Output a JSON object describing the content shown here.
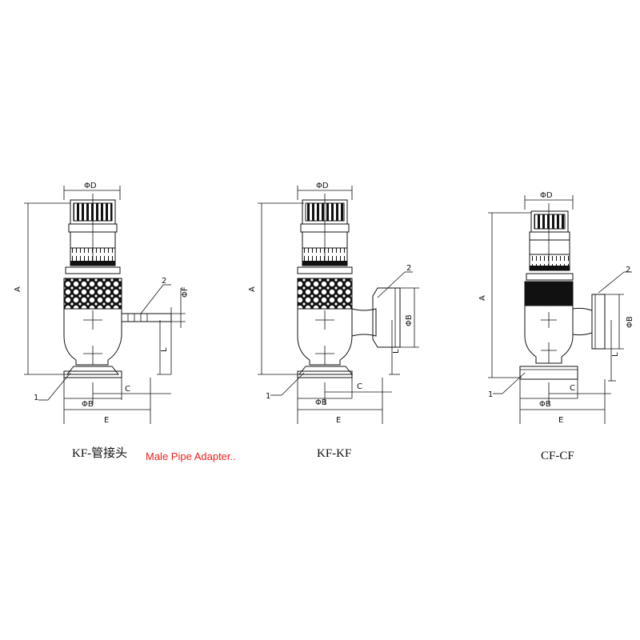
{
  "colors": {
    "line": "#111111",
    "accent_red": "#e8231e",
    "background": "#ffffff"
  },
  "diagrams": [
    {
      "id": "kf-pipe",
      "caption": "KF-管接头",
      "subcaption": "Male Pipe Adapter..",
      "labels": {
        "d": "ΦD",
        "a": "A",
        "f": "ΦF",
        "l": "L",
        "b": "ΦB",
        "c": "C",
        "e": "E",
        "p1": "1",
        "p2": "2"
      }
    },
    {
      "id": "kf-kf",
      "caption": "KF-KF",
      "labels": {
        "d": "ΦD",
        "a": "A",
        "b_side": "ΦB",
        "l": "L",
        "b": "ΦB",
        "c": "C",
        "e": "E",
        "p1": "1",
        "p2": "2"
      }
    },
    {
      "id": "cf-cf",
      "caption": "CF-CF",
      "labels": {
        "d": "ΦD",
        "a": "A",
        "b_side": "ΦB",
        "l": "L",
        "b": "ΦB",
        "c": "C",
        "e": "E",
        "p1": "1",
        "p2": "2"
      }
    }
  ]
}
